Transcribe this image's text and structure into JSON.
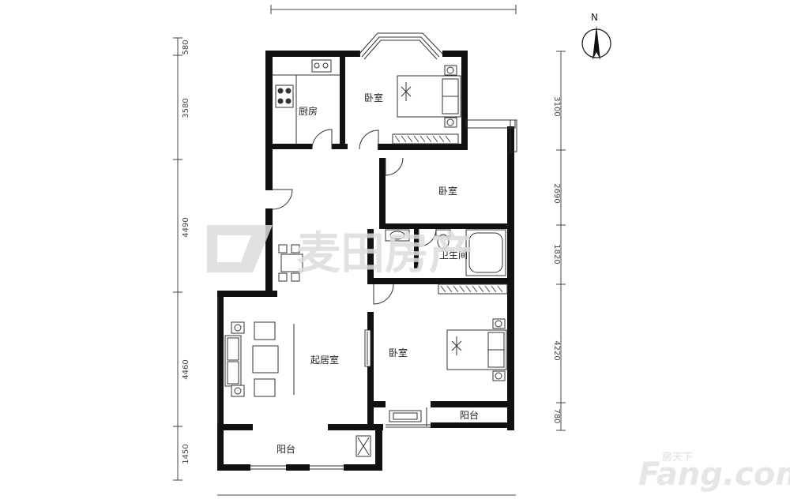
{
  "compass": {
    "label": "N"
  },
  "rooms": {
    "kitchen": "厨房",
    "bedroom_top": "卧室",
    "bedroom_middle": "卧室",
    "bathroom": "卫生间",
    "living_room": "起居室",
    "bedroom_bottom": "卧室",
    "balcony_left": "阳台",
    "balcony_right": "阳台"
  },
  "dimensions": {
    "left": [
      "580",
      "3580",
      "4490",
      "4460",
      "1450"
    ],
    "right": [
      "3100",
      "2690",
      "1820",
      "4220",
      "780"
    ]
  },
  "watermarks": {
    "main": "麦田房产",
    "fang_brand": "Fang.com",
    "fang_small": "房天下"
  },
  "colors": {
    "wall": "#111111",
    "background": "#ffffff",
    "watermark": "#dcdcdc"
  }
}
